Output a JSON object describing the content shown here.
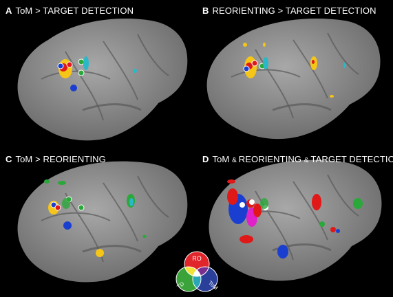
{
  "panels": [
    {
      "letter": "A",
      "title": "ToM > TARGET DETECTION"
    },
    {
      "letter": "B",
      "title": "REORIENTING > TARGET DETECTION"
    },
    {
      "letter": "C",
      "title": "ToM > REORIENTING"
    },
    {
      "letter": "D",
      "title_parts": [
        "ToM ",
        "& ",
        "REORIENTING ",
        "& ",
        "TARGET DETECTION"
      ]
    }
  ],
  "legend": {
    "ro": {
      "label": "RO",
      "color": "#e0262a"
    },
    "td": {
      "label": "TD",
      "color": "#3aa33a"
    },
    "tom": {
      "label": "ToM",
      "color": "#2a3f9a"
    },
    "overlap_colors": [
      "#f2e23a",
      "#7a2e8e",
      "#2aa6b8",
      "#ffffff"
    ]
  },
  "colors": {
    "brain": "#8a8a8a",
    "activation_yellow": "#f5c518",
    "activation_cyan": "#2ab7c8",
    "activation_blue": "#1a3fd0",
    "activation_red": "#e01818",
    "activation_green": "#2aa83a",
    "activation_magenta": "#e020c8"
  }
}
